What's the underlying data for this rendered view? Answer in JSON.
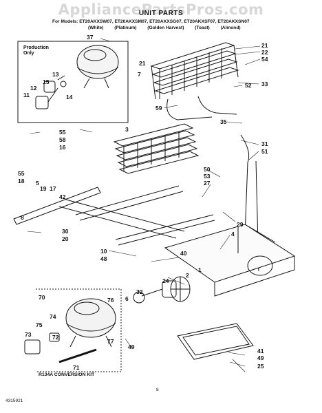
{
  "watermark": "AppliancePartsPros.com",
  "title": "UNIT PARTS",
  "models_line": "For Models: ET20AKXSW07, ET20AKXSM07, ET20AKXSG07, ET20AKXSF07, ET20AKXSN07",
  "colors": [
    "(White)",
    "(Platinum)",
    "(Golden Harvest)",
    "(Toast)",
    "(Almond)"
  ],
  "production_note": [
    "Production",
    "Only"
  ],
  "kit_label": "R134A  CONVERSION  KIT",
  "page_number": "8",
  "doc_code": "4315921",
  "callouts": [
    {
      "id": "c37",
      "text": "37"
    },
    {
      "id": "c21a",
      "text": "21"
    },
    {
      "id": "c21b",
      "text": "21"
    },
    {
      "id": "c22",
      "text": "22"
    },
    {
      "id": "c54",
      "text": "54"
    },
    {
      "id": "c13",
      "text": "13"
    },
    {
      "id": "c15",
      "text": "15"
    },
    {
      "id": "c12",
      "text": "12"
    },
    {
      "id": "c14",
      "text": "14"
    },
    {
      "id": "c11",
      "text": "11"
    },
    {
      "id": "c7",
      "text": "7"
    },
    {
      "id": "c52",
      "text": "52"
    },
    {
      "id": "c33",
      "text": "33"
    },
    {
      "id": "c59",
      "text": "59"
    },
    {
      "id": "c3",
      "text": "3"
    },
    {
      "id": "c35",
      "text": "35"
    },
    {
      "id": "c55a",
      "text": "55"
    },
    {
      "id": "c58",
      "text": "58"
    },
    {
      "id": "c16",
      "text": "16"
    },
    {
      "id": "c31",
      "text": "31"
    },
    {
      "id": "c51",
      "text": "51"
    },
    {
      "id": "c55b",
      "text": "55"
    },
    {
      "id": "c18",
      "text": "18"
    },
    {
      "id": "c5",
      "text": "5"
    },
    {
      "id": "c19",
      "text": "19"
    },
    {
      "id": "c17",
      "text": "17"
    },
    {
      "id": "c42",
      "text": "42"
    },
    {
      "id": "c50",
      "text": "50"
    },
    {
      "id": "c53",
      "text": "53"
    },
    {
      "id": "c27",
      "text": "27"
    },
    {
      "id": "c8",
      "text": "8"
    },
    {
      "id": "c29",
      "text": "29"
    },
    {
      "id": "c30",
      "text": "30"
    },
    {
      "id": "c20",
      "text": "20"
    },
    {
      "id": "c4",
      "text": "4"
    },
    {
      "id": "c10",
      "text": "10"
    },
    {
      "id": "c40",
      "text": "40"
    },
    {
      "id": "c48",
      "text": "48"
    },
    {
      "id": "c1",
      "text": "1"
    },
    {
      "id": "c2",
      "text": "2"
    },
    {
      "id": "c24",
      "text": "24"
    },
    {
      "id": "c32",
      "text": "32"
    },
    {
      "id": "c6",
      "text": "6"
    },
    {
      "id": "c70",
      "text": "70"
    },
    {
      "id": "c76",
      "text": "76"
    },
    {
      "id": "c74",
      "text": "74"
    },
    {
      "id": "c75",
      "text": "75"
    },
    {
      "id": "c72",
      "text": "72"
    },
    {
      "id": "c73",
      "text": "73"
    },
    {
      "id": "c77",
      "text": "77"
    },
    {
      "id": "c71",
      "text": "71"
    },
    {
      "id": "c49a",
      "text": "49"
    },
    {
      "id": "c41",
      "text": "41"
    },
    {
      "id": "c49b",
      "text": "49"
    },
    {
      "id": "c25",
      "text": "25"
    }
  ]
}
